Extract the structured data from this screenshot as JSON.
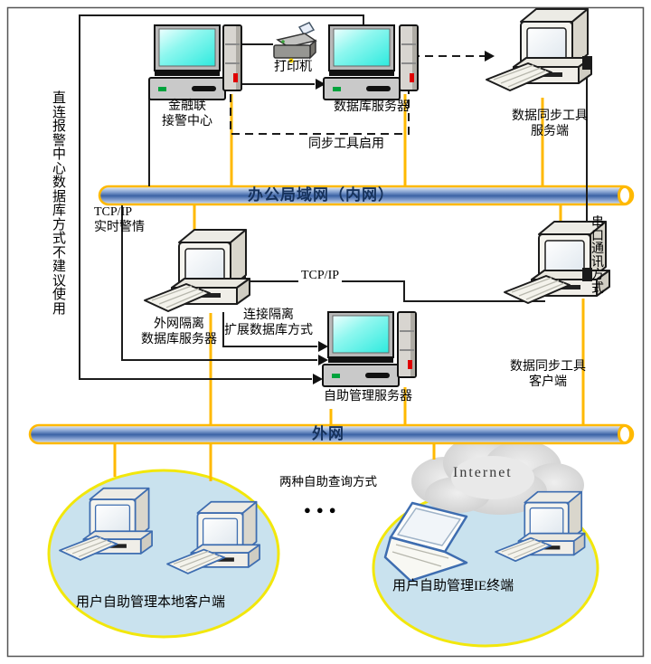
{
  "side_note": "直连报警中心数据库方式不建议使用",
  "buses": {
    "lan": {
      "label": "办公局域网（内网）"
    },
    "wan": {
      "label": "外网"
    }
  },
  "nodes": {
    "fin_center": {
      "line1": "金融联",
      "line2": "接警中心"
    },
    "printer": {
      "label": "打印机"
    },
    "db_server": {
      "label": "数据库服务器"
    },
    "sync_server": {
      "line1": "数据同步工具",
      "line2": "服务端"
    },
    "ext_iso_server": {
      "line1": "外网隔离",
      "line2": "数据库服务器"
    },
    "selfmgmt_server": {
      "label": "自助管理服务器"
    },
    "sync_client": {
      "line1": "数据同步工具",
      "line2": "客户端"
    },
    "local_clients": {
      "label": "用户自助管理本地客户端"
    },
    "ie_clients": {
      "label": "用户自助管理IE终端"
    }
  },
  "annotations": {
    "sync_enabled": "同步工具启用",
    "tcpip_realtime_line1": "TCP/IP",
    "tcpip_realtime_line2": "实时警情",
    "tcpip": "TCP/IP",
    "link_iso_line1": "连接隔离",
    "link_iso_line2": "扩展数据库方式",
    "serial_mode": "串口通讯方式",
    "two_query_ways": "两种自助查询方式",
    "dots": "●●●",
    "internet": "Internet"
  },
  "colors": {
    "accent_yellow": "#FFB900",
    "bus_fill_blue": "#3b62a5",
    "bus_text_navy": "#16325c",
    "ellipse_fill": "#c9e2ee",
    "ellipse_border": "#f2e70c",
    "screen_cyan": "#40f0e6",
    "line_black": "#1c1c1c",
    "client_outline_blue": "#3e6db0",
    "led_green": "#00a33d",
    "led_red": "#e00000"
  }
}
